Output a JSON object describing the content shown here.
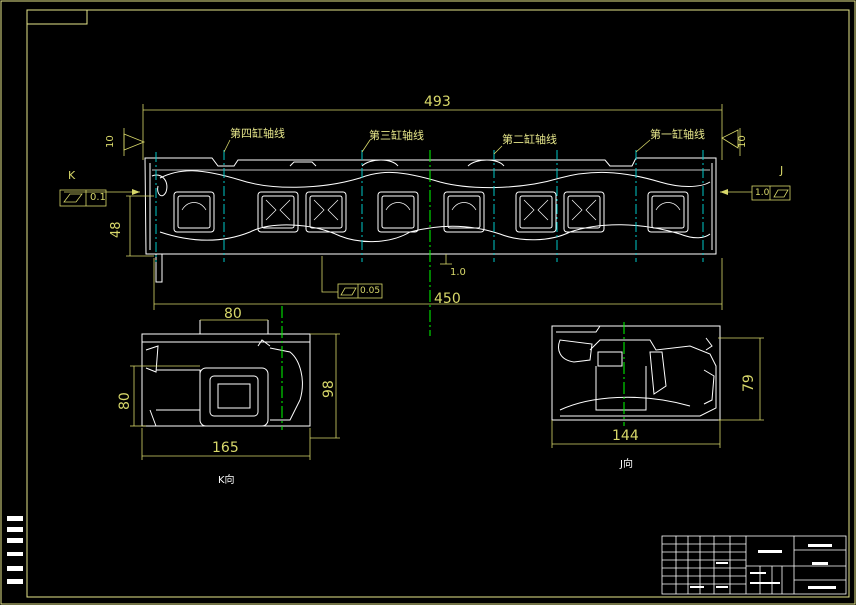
{
  "dimensions": {
    "overall_length": "493",
    "length_450": "450",
    "height_48": "48",
    "k_width_80": "80",
    "k_height_80": "80",
    "k_height_98": "98",
    "k_width_165": "165",
    "j_width_144": "144",
    "j_height_79": "79"
  },
  "tolerances": {
    "flatness_k": "0.1",
    "flatness_j": "1.0",
    "flatness_bottom": "0.05",
    "datum_left": "10",
    "datum_right": "10",
    "datum_center": "1.0"
  },
  "labels": {
    "view_k_arrow": "K",
    "view_j_arrow": "J",
    "cyl1": "第一缸轴线",
    "cyl2": "第二缸轴线",
    "cyl3": "第三缸轴线",
    "cyl4": "第四缸轴线",
    "view_k_title": "K向",
    "view_j_title": "J向"
  },
  "colors": {
    "background": "#000000",
    "outline": "#ffffff",
    "dimension": "#d8d86a",
    "centerline_cyan": "#00c8c8",
    "centerline_green": "#00ff00",
    "frame": "#e6e68a"
  }
}
